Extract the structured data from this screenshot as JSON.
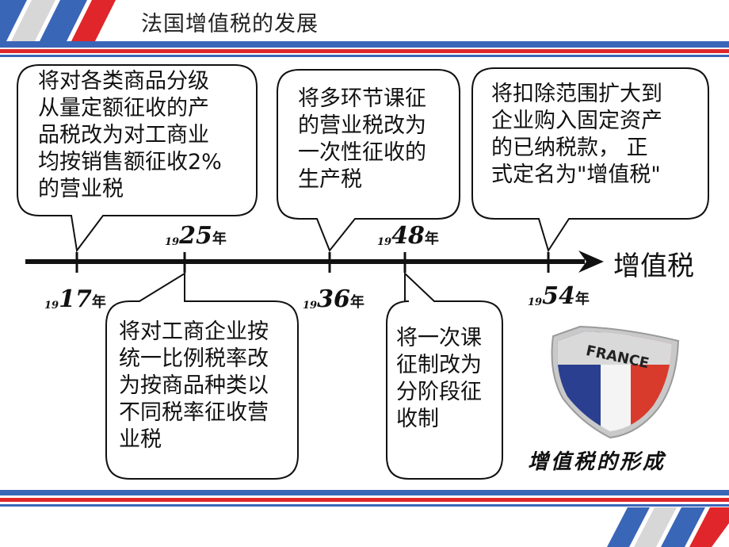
{
  "header": {
    "title": "法国增值税的发展"
  },
  "timeline": {
    "label": "增值税",
    "events": [
      {
        "year_prefix": "19",
        "year_suffix": "17",
        "year_unit": "年",
        "text": "将对各类商品分级\n从量定额征收的产\n品税改为对工商业\n均按销售额征收2%\n的营业税"
      },
      {
        "year_prefix": "19",
        "year_suffix": "25",
        "year_unit": "年",
        "text": "将对工商企业按\n统一比例税率改\n为按商品种类以\n不同税率征收营\n业税"
      },
      {
        "year_prefix": "19",
        "year_suffix": "36",
        "year_unit": "年",
        "text": "将多环节课征\n的营业税改为\n一次性征收的\n生产税"
      },
      {
        "year_prefix": "19",
        "year_suffix": "48",
        "year_unit": "年",
        "text": "将一次课\n征制改为\n分阶段征\n收制"
      },
      {
        "year_prefix": "19",
        "year_suffix": "54",
        "year_unit": "年",
        "text": "将扣除范围扩大到\n企业购入固定资产\n的已纳税款， 正\n式定名为\"增值税\""
      }
    ]
  },
  "badge": {
    "text": "FRANCE",
    "colors": {
      "blue": "#2a3f8f",
      "white": "#f4f4f4",
      "red": "#d83a2c"
    }
  },
  "caption": "增值税的形成",
  "theme": {
    "blue": "#3a66b8",
    "red": "#e0262a"
  }
}
